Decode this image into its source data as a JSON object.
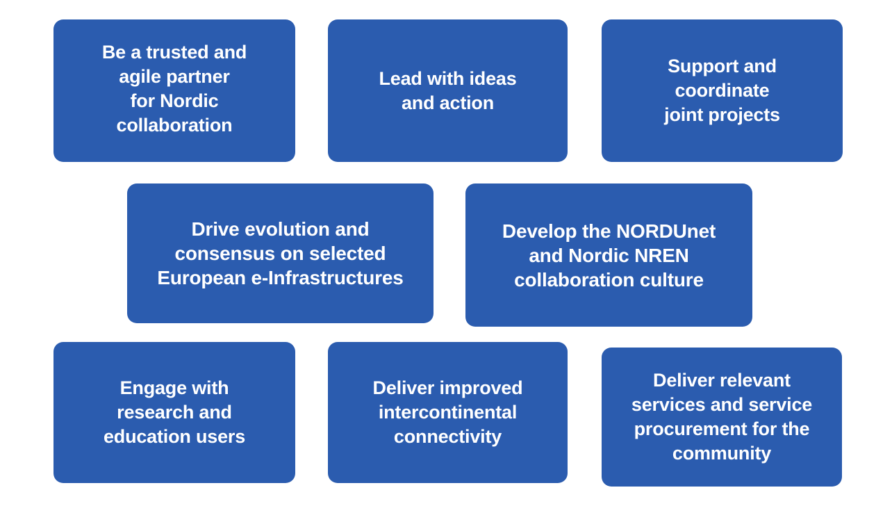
{
  "theme": {
    "card_color": "#2B5CAF",
    "text_color": "#FFFFFF",
    "background_color": "#FFFFFF"
  },
  "cards": [
    {
      "id": "card-1",
      "label": "Be a trusted and\nagile partner\nfor Nordic\ncollaboration"
    },
    {
      "id": "card-2",
      "label": "Lead with ideas\nand action"
    },
    {
      "id": "card-3",
      "label": "Support and\ncoordinate\njoint projects"
    },
    {
      "id": "card-4",
      "label": "Drive evolution and\nconsensus on selected\nEuropean e-Infrastructures"
    },
    {
      "id": "card-5",
      "label": "Develop the NORDUnet\nand Nordic NREN\ncollaboration culture"
    },
    {
      "id": "card-6",
      "label": "Engage with\nresearch and\neducation users"
    },
    {
      "id": "card-7",
      "label": "Deliver improved\nintercontinental\nconnectivity"
    },
    {
      "id": "card-8",
      "label": "Deliver relevant\nservices and service\nprocurement for the\ncommunity"
    }
  ]
}
